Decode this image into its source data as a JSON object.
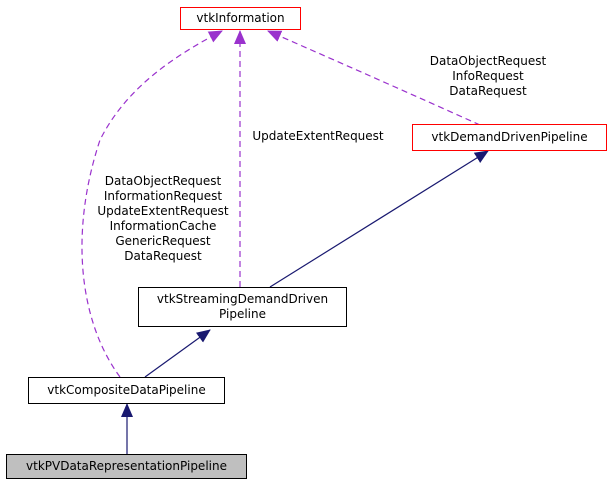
{
  "colors": {
    "inheritance_edge": "#191970",
    "usage_edge": "#9a32cd",
    "external_border": "#ff0000",
    "current_fill": "#bfbfbf"
  },
  "nodes": {
    "vtk_information": {
      "label": "vtkInformation"
    },
    "vtk_demand_driven_pipeline": {
      "label": "vtkDemandDrivenPipeline"
    },
    "vtk_streaming_demand_driven_pipeline": {
      "line1": "vtkStreamingDemandDriven",
      "line2": "Pipeline"
    },
    "vtk_composite_data_pipeline": {
      "label": "vtkCompositeDataPipeline"
    },
    "vtk_pv_data_representation_pipeline": {
      "label": "vtkPVDataRepresentationPipeline"
    }
  },
  "edge_labels": {
    "demand_to_information": [
      "DataObjectRequest",
      "InfoRequest",
      "DataRequest"
    ],
    "streaming_to_information": [
      "UpdateExtentRequest"
    ],
    "composite_to_information": [
      "DataObjectRequest",
      "InformationRequest",
      "UpdateExtentRequest",
      "InformationCache",
      "GenericRequest",
      "DataRequest"
    ]
  }
}
